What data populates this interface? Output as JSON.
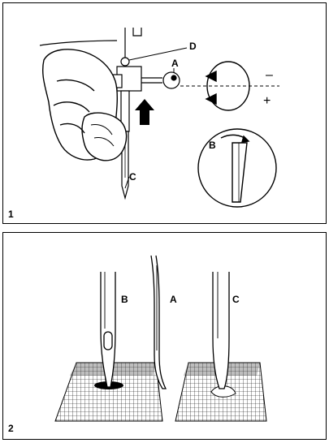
{
  "panels": [
    {
      "number": "1",
      "callouts": {
        "a": "A",
        "b": "B",
        "c": "C",
        "d": "D"
      },
      "direction_symbols": {
        "minus": "–",
        "plus": "+"
      }
    },
    {
      "number": "2",
      "needles": {
        "b": "B",
        "a": "A",
        "c": "C"
      }
    }
  ]
}
